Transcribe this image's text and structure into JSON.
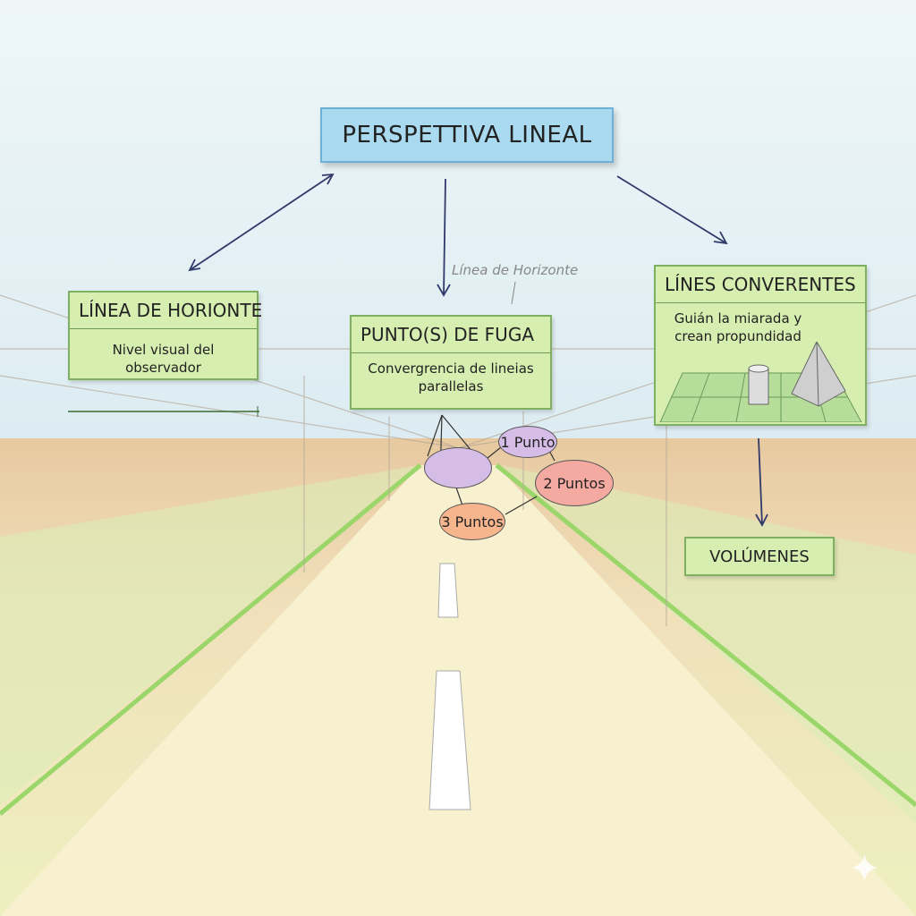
{
  "title": "PERSPETTIVA LINEAL",
  "horizon_label": "Línea de Horizonte",
  "boxes": {
    "horizonte": {
      "title": "LÍNEA DE HORIONTE",
      "desc": "Nivel visual del observador"
    },
    "fuga": {
      "title": "PUNTO(S) DE FUGA",
      "desc": "Convergrencia de lineias parallelas"
    },
    "convergentes": {
      "title": "LÍNES CONVERENTES",
      "desc": "Guián la miarada y crean propundidad"
    },
    "volumenes": {
      "title": "VOLÚMENES"
    }
  },
  "points": {
    "p1": "1 Punto",
    "p2": "2 Puntos",
    "p3": "3 Puntos"
  },
  "icons": {
    "sparkle": "sparkle-icon"
  }
}
